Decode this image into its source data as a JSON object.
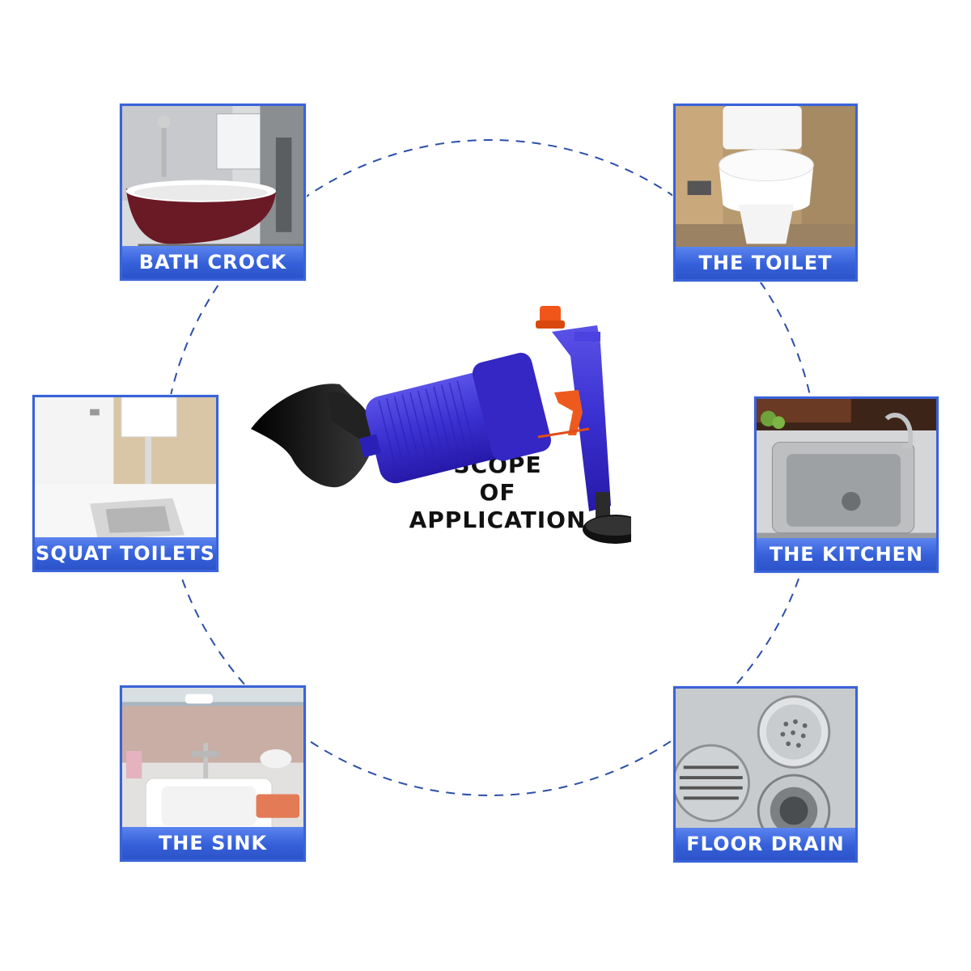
{
  "center": {
    "line1": "SCOPE",
    "line2": "OF",
    "line3": "APPLICATION"
  },
  "cards": [
    {
      "label": "BATH CROCK"
    },
    {
      "label": "THE TOILET"
    },
    {
      "label": "SQUAT TOILETS"
    },
    {
      "label": "THE KITCHEN"
    },
    {
      "label": "THE SINK"
    },
    {
      "label": "FLOOR DRAIN"
    }
  ],
  "colors": {
    "accent": "#3560d9",
    "dash": "#2b4fa8",
    "plunger_body": "#3a2fd0",
    "plunger_cap": "#f0561a",
    "plunger_cup": "#151515"
  }
}
